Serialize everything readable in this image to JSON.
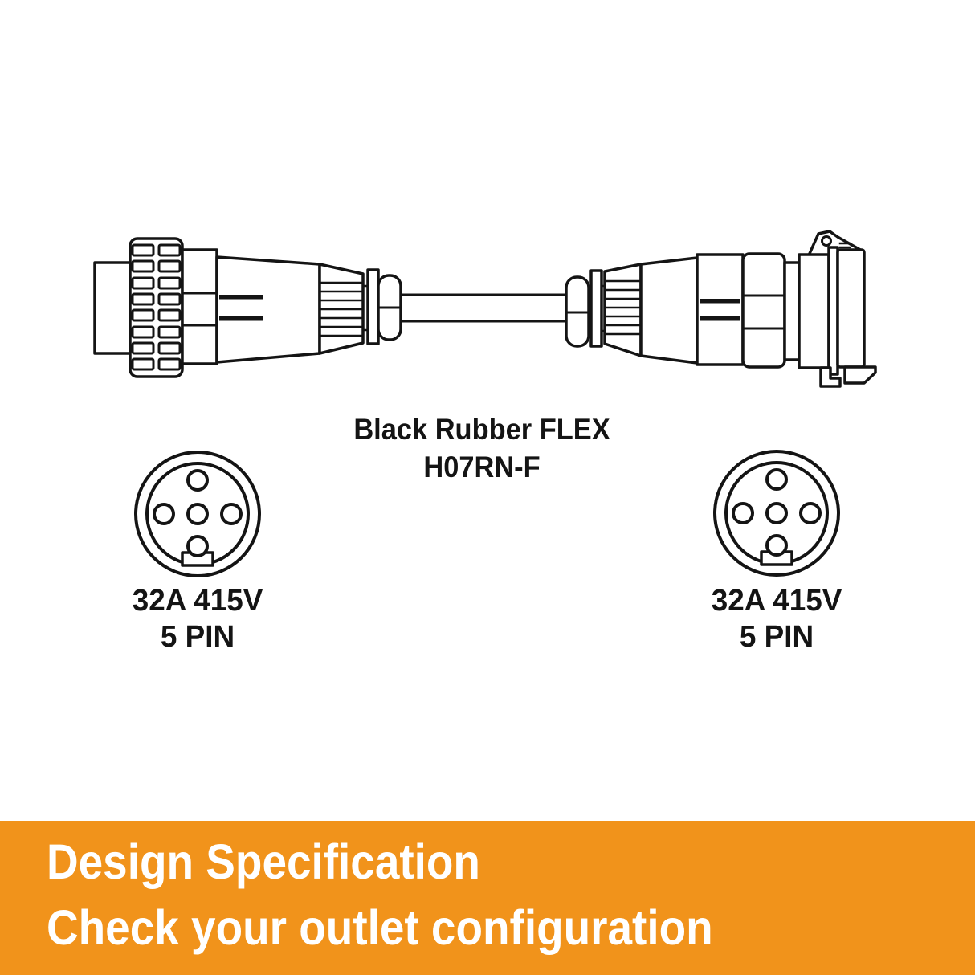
{
  "colors": {
    "page_bg": "#FFFFFF",
    "line_art": "#141414",
    "label_text": "#141414",
    "banner_bg": "#F1931B",
    "banner_text": "#FFFFFF"
  },
  "cable": {
    "label_line1": "Black Rubber FLEX",
    "label_line2": "H07RN-F"
  },
  "left_connector": {
    "type": "plug",
    "rating": "32A 415V",
    "pin_label": "5 PIN",
    "pin_count": 5
  },
  "right_connector": {
    "type": "socket",
    "rating": "32A 415V",
    "pin_label": "5 PIN",
    "pin_count": 5
  },
  "banner": {
    "line1": "Design Specification",
    "line2": "Check your outlet configuration"
  }
}
